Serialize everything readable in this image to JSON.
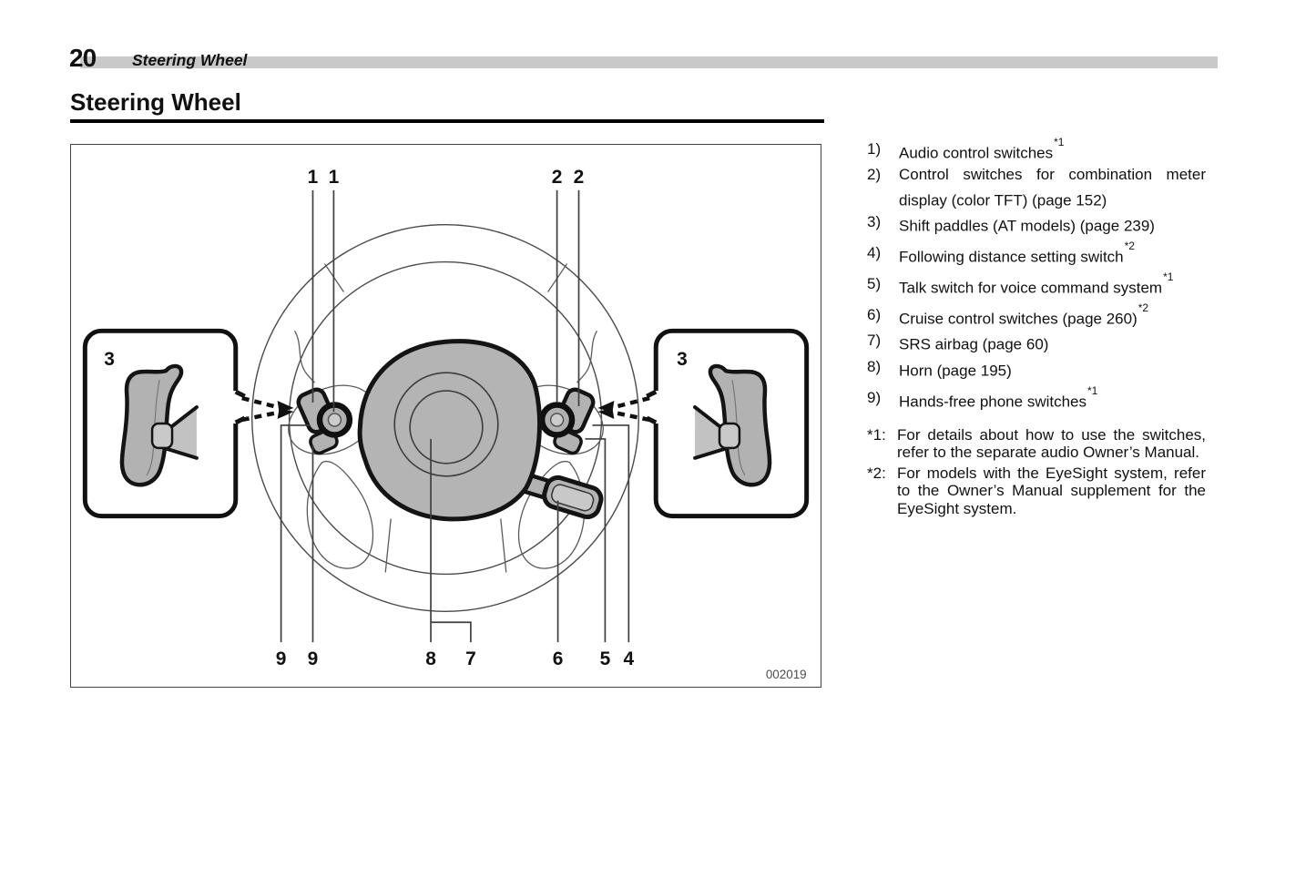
{
  "page": {
    "number": "20",
    "running_header": "Steering Wheel"
  },
  "section": {
    "title": "Steering Wheel"
  },
  "figure": {
    "code": "002019",
    "callouts": {
      "c1": "1",
      "c2": "2",
      "c3": "3",
      "c4": "4",
      "c5": "5",
      "c6": "6",
      "c7": "7",
      "c8": "8",
      "c9": "9"
    }
  },
  "legend": {
    "items": [
      {
        "num": "1)",
        "text": "Audio control switches",
        "sup": "*1"
      },
      {
        "num": "2)",
        "text": "Control switches for combination meter display (color TFT) (page 152)",
        "sup": ""
      },
      {
        "num": "3)",
        "text": "Shift paddles (AT models) (page 239)",
        "sup": ""
      },
      {
        "num": "4)",
        "text": "Following distance setting switch",
        "sup": "*2"
      },
      {
        "num": "5)",
        "text": "Talk switch for voice command system",
        "sup": "*1"
      },
      {
        "num": "6)",
        "text": "Cruise control switches (page 260)",
        "sup": "*2"
      },
      {
        "num": "7)",
        "text": "SRS airbag (page 60)",
        "sup": ""
      },
      {
        "num": "8)",
        "text": "Horn (page 195)",
        "sup": ""
      },
      {
        "num": "9)",
        "text": "Hands-free phone switches",
        "sup": "*1"
      }
    ],
    "footnotes": [
      {
        "marker": "*1:",
        "text": "For details about how to use the switches, refer to the separate audio Owner’s Manual."
      },
      {
        "marker": "*2:",
        "text": "For models with the EyeSight system, refer to the Owner’s Manual supplement for the EyeSight system."
      }
    ]
  },
  "colors": {
    "header_bar": "#c9c9c9",
    "figure_gray": "#b4b4b4"
  }
}
